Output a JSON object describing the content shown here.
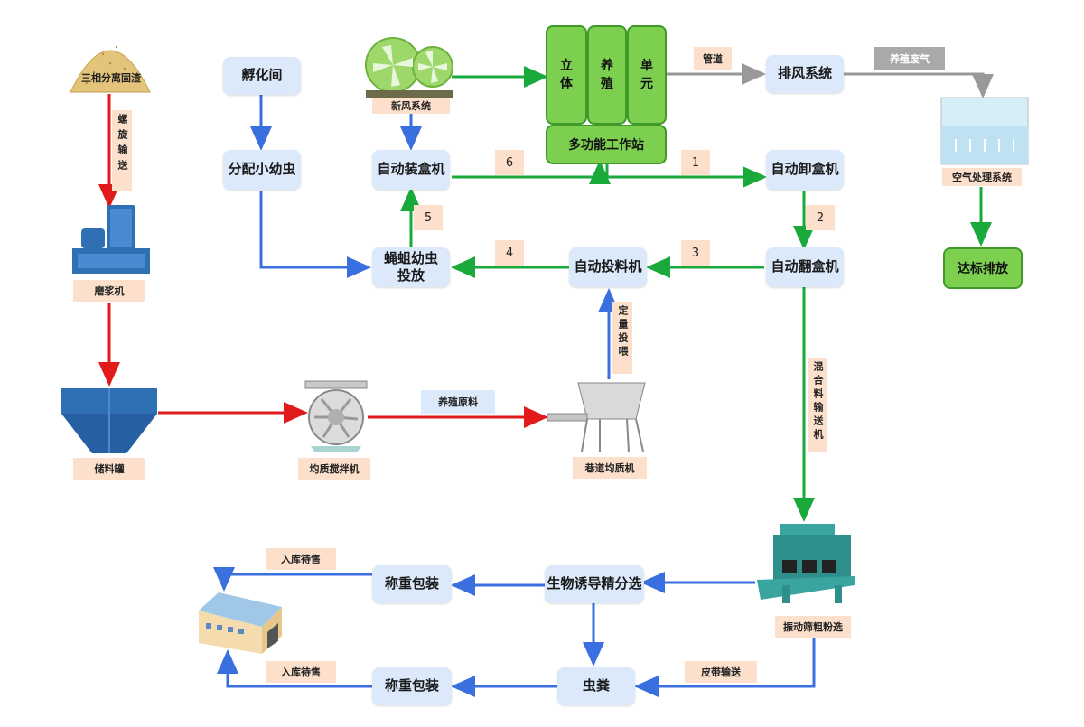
{
  "nodes": {
    "incubation": "孵化间",
    "distribute": "分配小幼虫",
    "auto_boxing": "自动装盒机",
    "fly_larva": "蝇蛆幼虫投放",
    "auto_feed": "自动投料机",
    "auto_unload": "自动卸盒机",
    "auto_flip": "自动翻盒机",
    "exhaust": "排风系统",
    "standard": "达标排放",
    "bio_select": "生物诱导精分选",
    "weigh_pack_1": "称重包装",
    "weigh_pack_2": "称重包装",
    "frass": "虫粪"
  },
  "workstation": {
    "col1": [
      "立",
      "体"
    ],
    "col2": [
      "养",
      "殖"
    ],
    "col3": [
      "单",
      "元"
    ],
    "base": "多功能工作站"
  },
  "equipment_labels": {
    "residue": "三相分离固渣",
    "grinder": "磨浆机",
    "tank": "储料罐",
    "mixer": "均质搅拌机",
    "tunnel": "巷道均质机",
    "fresh_air": "新风系统",
    "air_treat": "空气处理系统",
    "screen": "振动筛粗粉选"
  },
  "edge_labels": {
    "spiral": "螺旋输送",
    "raw_material": "养殖原料",
    "quant_feed": "定量投喂",
    "pipe": "管道",
    "waste_gas": "养殖废气",
    "mix_conveyor": "混合料输送机",
    "belt": "皮带输送",
    "storage_1": "入库待售",
    "storage_2": "入库待售"
  },
  "step_numbers": [
    "1",
    "2",
    "3",
    "4",
    "5",
    "6"
  ],
  "colors": {
    "red": "#e11b1b",
    "blue": "#3a6fe0",
    "green": "#1aaa3c",
    "grey": "#999999"
  }
}
